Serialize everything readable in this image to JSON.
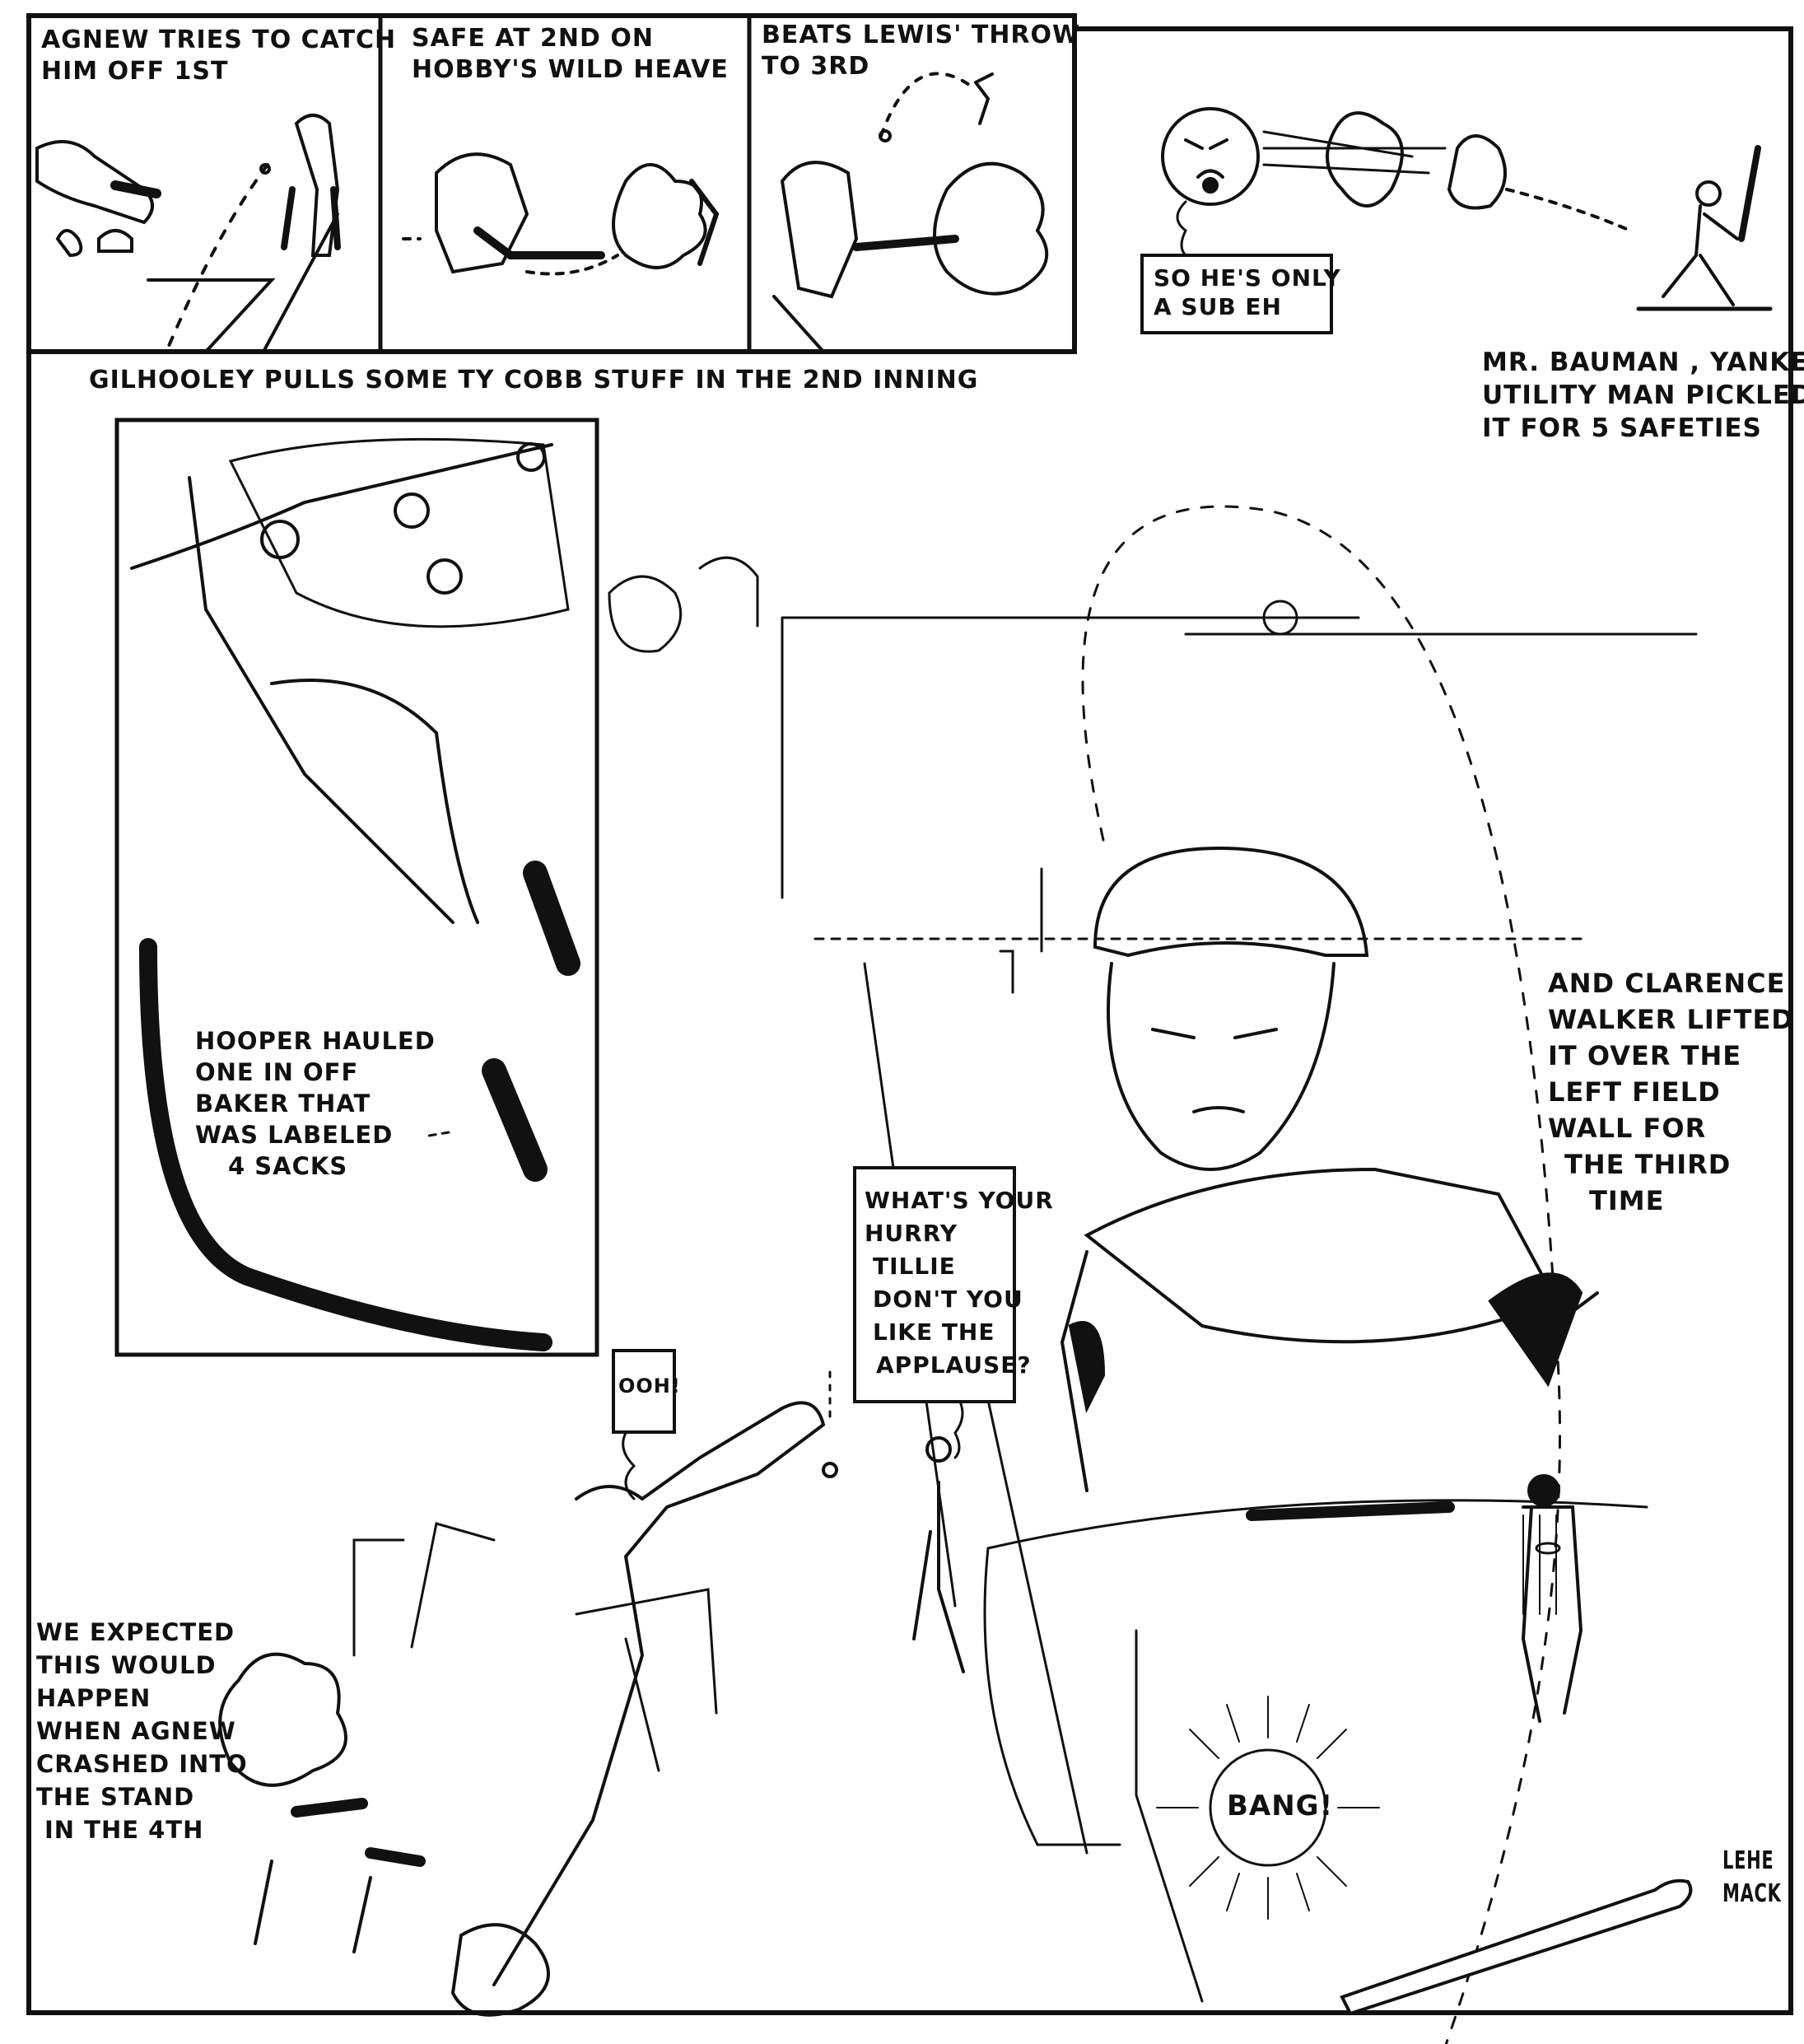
{
  "panels": [
    {
      "caption": [
        "AGNEW TRIES TO CATCH",
        "HIM OFF 1ST"
      ]
    },
    {
      "caption": [
        "SAFE AT 2ND ON",
        "HOBBY'S WILD HEAVE"
      ]
    },
    {
      "caption": [
        "BEATS LEWIS' THROW",
        "TO 3RD"
      ]
    }
  ],
  "gilhooley_caption": "GILHOOLEY PULLS SOME TY COBB STUFF IN THE 2ND INNING",
  "ball_speech": [
    "SO HE'S ONLY",
    "A SUB EH"
  ],
  "bauman_caption": [
    "MR. BAUMAN , YANKEE",
    "UTILITY MAN PICKLED",
    "IT FOR 5 SAFETIES"
  ],
  "hooper_caption": [
    "HOOPER HAULED",
    "ONE IN OFF",
    "BAKER THAT",
    "WAS LABELED",
    "4 SACKS"
  ],
  "walker_caption": [
    "AND CLARENCE",
    "WALKER LIFTED",
    "IT OVER THE",
    "LEFT FIELD",
    "WALL FOR",
    "THE THIRD",
    "TIME"
  ],
  "tillie_speech": [
    "WHAT'S YOUR",
    "HURRY",
    "TILLIE",
    "DON'T YOU",
    "LIKE THE",
    "APPLAUSE?"
  ],
  "ooh_speech": "OOH!",
  "agnew_caption": [
    "WE EXPECTED",
    "THIS WOULD",
    "HAPPEN",
    "WHEN AGNEW",
    "CRASHED INTO",
    "THE STAND",
    "IN THE 4TH"
  ],
  "bang_text": "BANG!",
  "signature": [
    "LEHE",
    "MACK"
  ]
}
